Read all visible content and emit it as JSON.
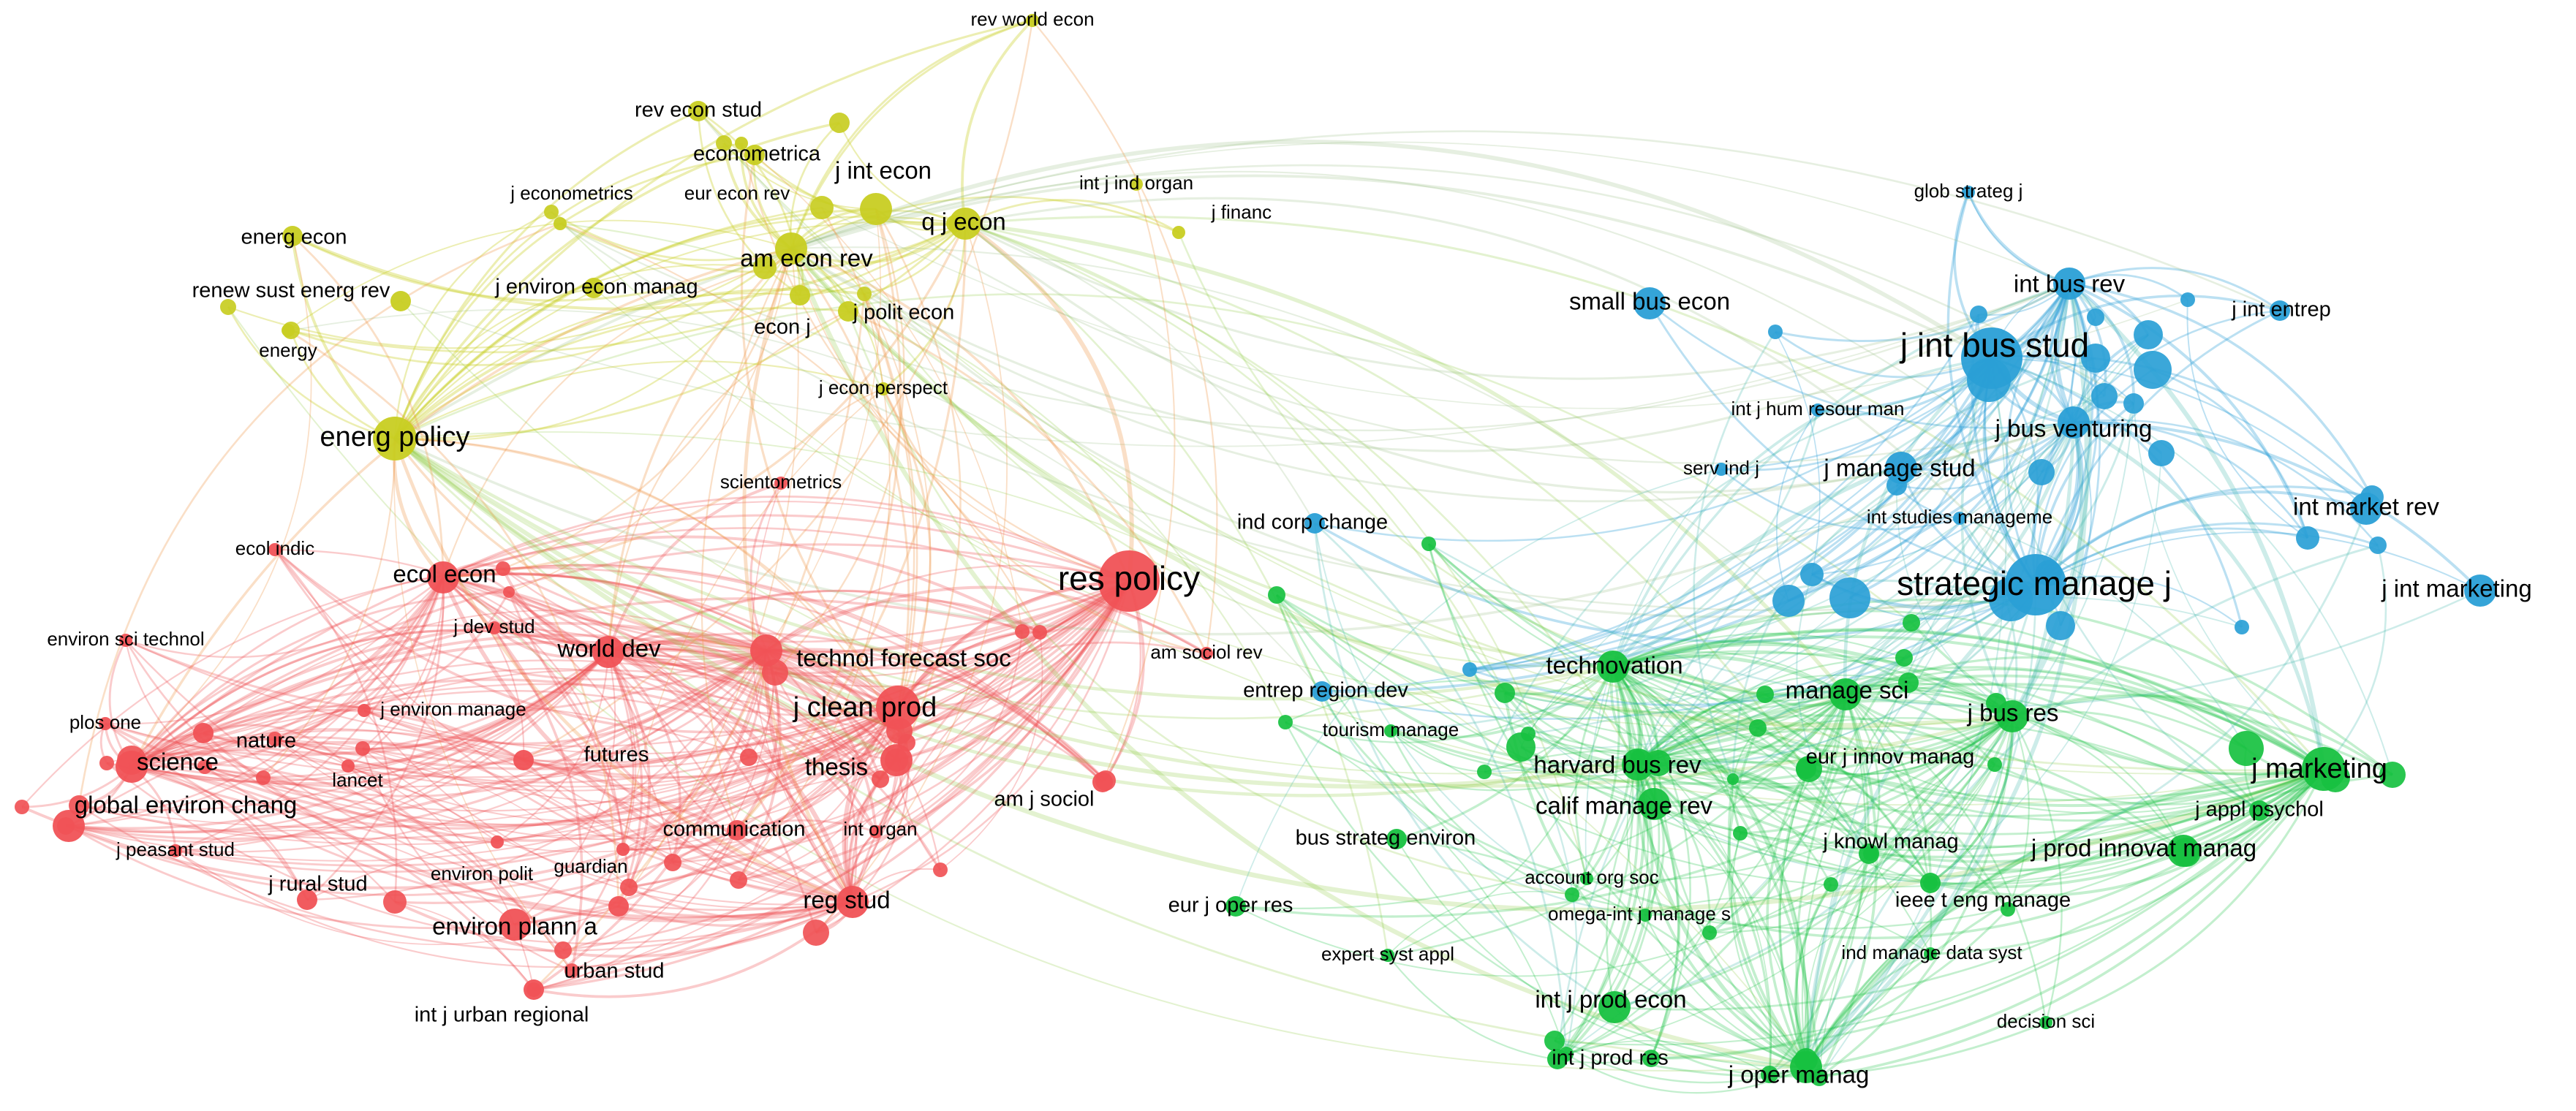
{
  "clusters": {
    "red": "#f05256",
    "green": "#17c140",
    "blue": "#2a9fd6",
    "yellow": "#c8cd22"
  },
  "nodes": [
    {
      "id": "rev-world-econ",
      "label": "rev world econ",
      "cluster": "yellow",
      "size": "xs"
    },
    {
      "id": "rev-econ-stud",
      "label": "rev econ stud",
      "cluster": "yellow",
      "size": "s"
    },
    {
      "id": "econometrica",
      "label": "econometrica",
      "cluster": "yellow",
      "size": "s"
    },
    {
      "id": "j-int-econ",
      "label": "j int econ",
      "cluster": "yellow",
      "size": "m"
    },
    {
      "id": "eur-econ-rev",
      "label": "eur econ rev",
      "cluster": "yellow",
      "size": "xs"
    },
    {
      "id": "j-econometrics",
      "label": "j econometrics",
      "cluster": "yellow",
      "size": "xs"
    },
    {
      "id": "q-j-econ",
      "label": "q j econ",
      "cluster": "yellow",
      "size": "m"
    },
    {
      "id": "int-j-ind-organ",
      "label": "int j ind organ",
      "cluster": "yellow",
      "size": "xs"
    },
    {
      "id": "j-financ",
      "label": "j financ",
      "cluster": "yellow",
      "size": "xs"
    },
    {
      "id": "energ-econ",
      "label": "energ econ",
      "cluster": "yellow",
      "size": "s"
    },
    {
      "id": "am-econ-rev",
      "label": "am econ rev",
      "cluster": "yellow",
      "size": "m"
    },
    {
      "id": "renew-sust-energ-rev",
      "label": "renew sust energ rev",
      "cluster": "yellow",
      "size": "s"
    },
    {
      "id": "j-environ-econ-manag",
      "label": "j environ econ manag",
      "cluster": "yellow",
      "size": "s"
    },
    {
      "id": "econ-j",
      "label": "econ j",
      "cluster": "yellow",
      "size": "s"
    },
    {
      "id": "j-polit-econ",
      "label": "j polit econ",
      "cluster": "yellow",
      "size": "s"
    },
    {
      "id": "energy",
      "label": "energy",
      "cluster": "yellow",
      "size": "xs"
    },
    {
      "id": "j-econ-perspect",
      "label": "j econ perspect",
      "cluster": "yellow",
      "size": "xs"
    },
    {
      "id": "energ-policy",
      "label": "energ policy",
      "cluster": "yellow",
      "size": "l"
    },
    {
      "id": "scientometrics",
      "label": "scientometrics",
      "cluster": "red",
      "size": "xs"
    },
    {
      "id": "ecol-indic",
      "label": "ecol indic",
      "cluster": "red",
      "size": "xs"
    },
    {
      "id": "ecol-econ",
      "label": "ecol econ",
      "cluster": "red",
      "size": "m"
    },
    {
      "id": "res-policy",
      "label": "res policy",
      "cluster": "red",
      "size": "xl"
    },
    {
      "id": "environ-sci-technol",
      "label": "environ sci technol",
      "cluster": "red",
      "size": "xs"
    },
    {
      "id": "j-dev-stud",
      "label": "j dev stud",
      "cluster": "red",
      "size": "xs"
    },
    {
      "id": "world-dev",
      "label": "world dev",
      "cluster": "red",
      "size": "m"
    },
    {
      "id": "technol-forecast-soc",
      "label": "technol forecast soc",
      "cluster": "red",
      "size": "m"
    },
    {
      "id": "plos-one",
      "label": "plos one",
      "cluster": "red",
      "size": "xs"
    },
    {
      "id": "j-environ-manage",
      "label": "j environ manage",
      "cluster": "red",
      "size": "xs"
    },
    {
      "id": "nature",
      "label": "nature",
      "cluster": "red",
      "size": "s"
    },
    {
      "id": "j-clean-prod",
      "label": "j clean prod",
      "cluster": "red",
      "size": "l"
    },
    {
      "id": "science",
      "label": "science",
      "cluster": "red",
      "size": "m"
    },
    {
      "id": "futures",
      "label": "futures",
      "cluster": "red",
      "size": "s"
    },
    {
      "id": "thesis",
      "label": "thesis",
      "cluster": "red",
      "size": "m"
    },
    {
      "id": "lancet",
      "label": "lancet",
      "cluster": "red",
      "size": "xs"
    },
    {
      "id": "global-environ-chang",
      "label": "global environ chang",
      "cluster": "red",
      "size": "m"
    },
    {
      "id": "am-j-sociol",
      "label": "am j sociol",
      "cluster": "red",
      "size": "s"
    },
    {
      "id": "am-sociol-rev",
      "label": "am sociol rev",
      "cluster": "red",
      "size": "xs"
    },
    {
      "id": "communication",
      "label": "communication",
      "cluster": "red",
      "size": "s"
    },
    {
      "id": "j-peasant-stud",
      "label": "j peasant stud",
      "cluster": "red",
      "size": "xs"
    },
    {
      "id": "int-organ",
      "label": "int organ",
      "cluster": "red",
      "size": "xs"
    },
    {
      "id": "environ-polit",
      "label": "environ polit",
      "cluster": "red",
      "size": "xs"
    },
    {
      "id": "guardian",
      "label": "guardian",
      "cluster": "red",
      "size": "xs"
    },
    {
      "id": "j-rural-stud",
      "label": "j rural stud",
      "cluster": "red",
      "size": "s"
    },
    {
      "id": "reg-stud",
      "label": "reg stud",
      "cluster": "red",
      "size": "m"
    },
    {
      "id": "environ-plann-a",
      "label": "environ plann a",
      "cluster": "red",
      "size": "m"
    },
    {
      "id": "urban-stud",
      "label": "urban stud",
      "cluster": "red",
      "size": "s"
    },
    {
      "id": "int-j-urban-regional",
      "label": "int j urban regional",
      "cluster": "red",
      "size": "s"
    },
    {
      "id": "glob-strateg-j",
      "label": "glob strateg j",
      "cluster": "blue",
      "size": "xs"
    },
    {
      "id": "int-bus-rev",
      "label": "int bus rev",
      "cluster": "blue",
      "size": "m"
    },
    {
      "id": "small-bus-econ",
      "label": "small bus econ",
      "cluster": "blue",
      "size": "m"
    },
    {
      "id": "j-int-entrep",
      "label": "j int entrep",
      "cluster": "blue",
      "size": "s"
    },
    {
      "id": "j-int-bus-stud",
      "label": "j int bus stud",
      "cluster": "blue",
      "size": "xl"
    },
    {
      "id": "int-j-hum-resour-man",
      "label": "int j hum resour man",
      "cluster": "blue",
      "size": "xs"
    },
    {
      "id": "j-bus-venturing",
      "label": "j bus venturing",
      "cluster": "blue",
      "size": "m"
    },
    {
      "id": "serv-ind-j",
      "label": "serv ind j",
      "cluster": "blue",
      "size": "xs"
    },
    {
      "id": "j-manage-stud",
      "label": "j manage stud",
      "cluster": "blue",
      "size": "m"
    },
    {
      "id": "int-market-rev",
      "label": "int market rev",
      "cluster": "blue",
      "size": "m"
    },
    {
      "id": "ind-corp-change",
      "label": "ind corp change",
      "cluster": "blue",
      "size": "s"
    },
    {
      "id": "int-studies-manageme",
      "label": "int studies manageme",
      "cluster": "blue",
      "size": "xs"
    },
    {
      "id": "strategic-manage-j",
      "label": "strategic manage j",
      "cluster": "blue",
      "size": "xl"
    },
    {
      "id": "j-int-marketing",
      "label": "j int marketing",
      "cluster": "blue",
      "size": "m"
    },
    {
      "id": "entrep-region-dev",
      "label": "entrep region dev",
      "cluster": "blue",
      "size": "s"
    },
    {
      "id": "technovation",
      "label": "technovation",
      "cluster": "green",
      "size": "m"
    },
    {
      "id": "tourism-manage",
      "label": "tourism manage",
      "cluster": "green",
      "size": "xs"
    },
    {
      "id": "manage-sci",
      "label": "manage sci",
      "cluster": "green",
      "size": "m"
    },
    {
      "id": "j-bus-res",
      "label": "j bus res",
      "cluster": "green",
      "size": "m"
    },
    {
      "id": "harvard-bus-rev",
      "label": "harvard bus rev",
      "cluster": "green",
      "size": "m"
    },
    {
      "id": "eur-j-innov-manag",
      "label": "eur j innov manag",
      "cluster": "green",
      "size": "s"
    },
    {
      "id": "j-marketing",
      "label": "j marketing",
      "cluster": "green",
      "size": "l"
    },
    {
      "id": "calif-manage-rev",
      "label": "calif manage rev",
      "cluster": "green",
      "size": "m"
    },
    {
      "id": "j-appl-psychol",
      "label": "j appl psychol",
      "cluster": "green",
      "size": "s"
    },
    {
      "id": "bus-strateg-environ",
      "label": "bus strateg environ",
      "cluster": "green",
      "size": "s"
    },
    {
      "id": "j-knowl-manag",
      "label": "j knowl manag",
      "cluster": "green",
      "size": "s"
    },
    {
      "id": "j-prod-innovat-manag",
      "label": "j prod innovat manag",
      "cluster": "green",
      "size": "m"
    },
    {
      "id": "account-org-soc",
      "label": "account org soc",
      "cluster": "green",
      "size": "xs"
    },
    {
      "id": "ieee-t-eng-manage",
      "label": "ieee t eng manage",
      "cluster": "green",
      "size": "s"
    },
    {
      "id": "eur-j-oper-res",
      "label": "eur j oper res",
      "cluster": "green",
      "size": "s"
    },
    {
      "id": "omega-int-j-manage-s",
      "label": "omega-int j manage s",
      "cluster": "green",
      "size": "xs"
    },
    {
      "id": "expert-syst-appl",
      "label": "expert syst appl",
      "cluster": "green",
      "size": "xs"
    },
    {
      "id": "ind-manage-data-syst",
      "label": "ind manage data syst",
      "cluster": "green",
      "size": "xs"
    },
    {
      "id": "int-j-prod-econ",
      "label": "int j prod econ",
      "cluster": "green",
      "size": "m"
    },
    {
      "id": "decision-sci",
      "label": "decision sci",
      "cluster": "green",
      "size": "xs"
    },
    {
      "id": "int-j-prod-res",
      "label": "int j prod res",
      "cluster": "green",
      "size": "s"
    },
    {
      "id": "j-oper-manag",
      "label": "j oper manag",
      "cluster": "green",
      "size": "m"
    }
  ]
}
